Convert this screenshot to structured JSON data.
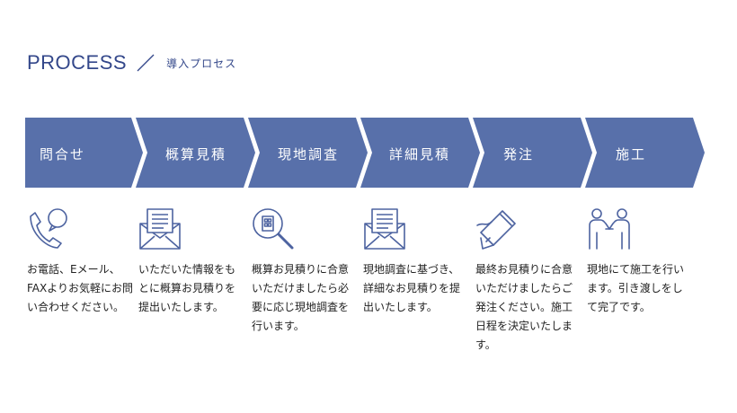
{
  "header": {
    "title": "PROCESS",
    "subtitle": "導入プロセス"
  },
  "colors": {
    "accent": "#5870aa",
    "heading": "#33478a",
    "icon": "#4d63a0"
  },
  "steps": [
    {
      "label": "問合せ",
      "icon": "phone-chat-icon",
      "desc": "お電話、Eメール、FAXよりお気軽にお問い合わせください。"
    },
    {
      "label": "概算見積",
      "icon": "mail-document-icon",
      "desc": "いただいた情報をもとに概算お見積りを提出いたします。"
    },
    {
      "label": "現地調査",
      "icon": "building-magnifier-icon",
      "desc": "概算お見積りに合意いただけましたら必要に応じ現地調査を行います。"
    },
    {
      "label": "詳細見積",
      "icon": "mail-document-icon",
      "desc": "現地調査に基づき、詳細なお見積りを提出いたします。"
    },
    {
      "label": "発注",
      "icon": "pen-signature-icon",
      "desc": "最終お見積りに合意いただけましたらご発注ください。施工日程を決定いたします。"
    },
    {
      "label": "施工",
      "icon": "handshake-icon",
      "desc": "現地にて施工を行います。引き渡しをして完了です。"
    }
  ]
}
